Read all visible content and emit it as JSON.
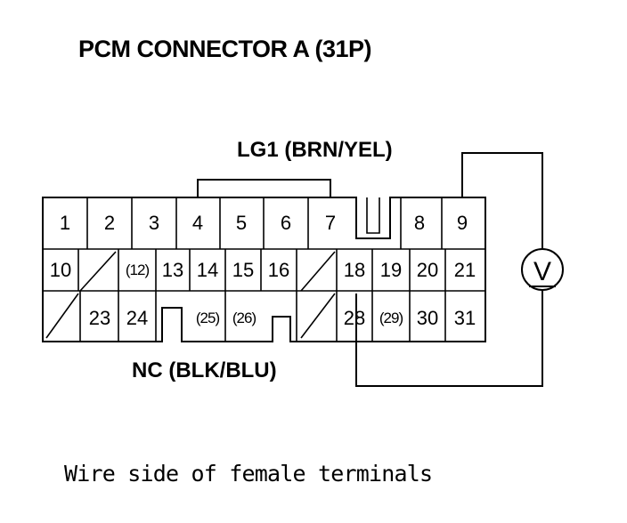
{
  "title": "PCM CONNECTOR A (31P)",
  "caption": "Wire side of female terminals",
  "labels": {
    "top_wire": "LG1 (BRN/YEL)",
    "bottom_wire": "NC (BLK/BLU)",
    "meter_symbol": "V"
  },
  "pins": {
    "row1": [
      "1",
      "2",
      "3",
      "4",
      "5",
      "6",
      "7",
      "8",
      "9"
    ],
    "row2": [
      "10",
      "(12)",
      "13",
      "14",
      "15",
      "16",
      "18",
      "19",
      "20",
      "21"
    ],
    "row3": [
      "23",
      "24",
      "(25)",
      "(26)",
      "28",
      "(29)",
      "30",
      "31"
    ]
  }
}
